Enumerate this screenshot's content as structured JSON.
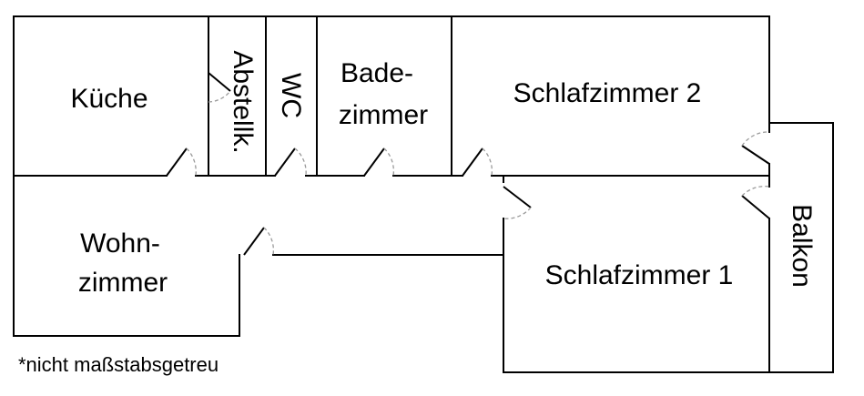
{
  "rooms": {
    "kueche": "Küche",
    "abstellkammer": "Abstellk.",
    "wc": "WC",
    "badezimmer_line1": "Bade-",
    "badezimmer_line2": "zimmer",
    "schlafzimmer2": "Schlafzimmer 2",
    "wohnzimmer_line1": "Wohn-",
    "wohnzimmer_line2": "zimmer",
    "schlafzimmer1": "Schlafzimmer 1",
    "balkon": "Balkon"
  },
  "note": "*nicht maßstabsgetreu"
}
